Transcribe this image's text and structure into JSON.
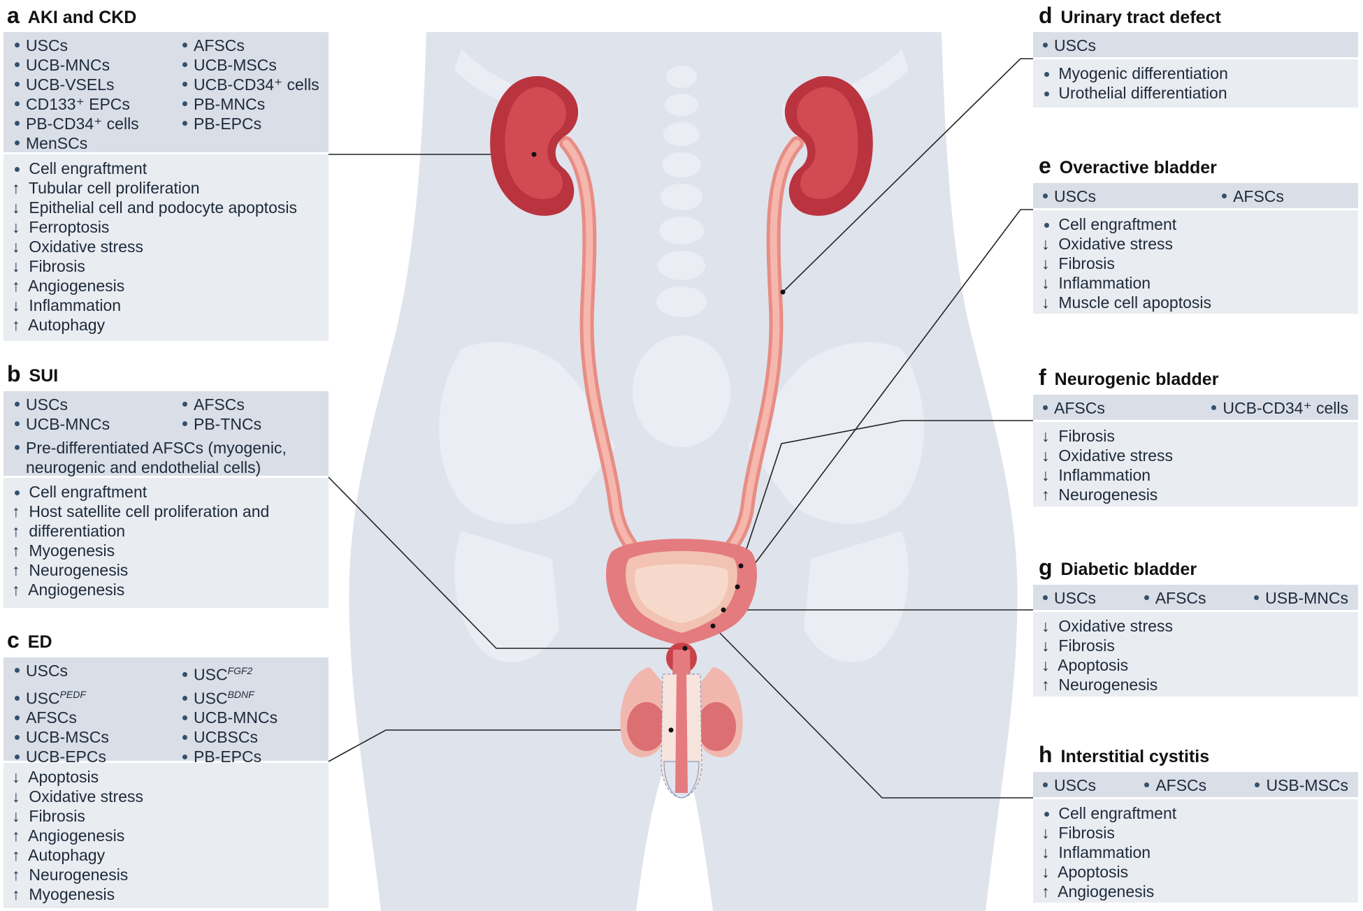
{
  "panels": {
    "a": {
      "letter": "a",
      "title": "AKI and CKD",
      "cells": [
        "USCs",
        "AFSCs",
        "UCB-MNCs",
        "UCB-MSCs",
        "UCB-VSELs",
        "UCB-CD34⁺ cells",
        "CD133⁺ EPCs",
        "PB-MNCs",
        "PB-CD34⁺ cells",
        "PB-EPCs",
        "MenSCs"
      ],
      "effects": [
        [
          "dot",
          "Cell engraftment"
        ],
        [
          "up",
          "Tubular cell proliferation"
        ],
        [
          "down",
          "Epithelial cell and podocyte apoptosis"
        ],
        [
          "down",
          "Ferroptosis"
        ],
        [
          "down",
          "Oxidative stress"
        ],
        [
          "down",
          "Fibrosis"
        ],
        [
          "up",
          "Angiogenesis"
        ],
        [
          "down",
          "Inflammation"
        ],
        [
          "up",
          "Autophagy"
        ]
      ]
    },
    "b": {
      "letter": "b",
      "title": "SUI",
      "cells": [
        "USCs",
        "AFSCs",
        "UCB-MNCs",
        "PB-TNCs"
      ],
      "cells_wide": [
        "Pre-differentiated AFSCs (myogenic,",
        "neurogenic and endothelial cells)"
      ],
      "effects": [
        [
          "dot",
          "Cell engraftment"
        ],
        [
          "up",
          "Host satellite cell proliferation and"
        ],
        [
          "up",
          "differentiation"
        ],
        [
          "up",
          "Myogenesis"
        ],
        [
          "up",
          "Neurogenesis"
        ],
        [
          "up",
          "Angiogenesis"
        ]
      ]
    },
    "c": {
      "letter": "c",
      "title": "ED",
      "cells": [
        "USCs",
        "USC|FGF2",
        "USC|PEDF",
        "USC|BDNF",
        "AFSCs",
        "UCB-MNCs",
        "UCB-MSCs",
        "UCBSCs",
        "UCB-EPCs",
        "PB-EPCs"
      ],
      "effects": [
        [
          "down",
          "Apoptosis"
        ],
        [
          "down",
          "Oxidative stress"
        ],
        [
          "down",
          "Fibrosis"
        ],
        [
          "up",
          "Angiogenesis"
        ],
        [
          "up",
          "Autophagy"
        ],
        [
          "up",
          "Neurogenesis"
        ],
        [
          "up",
          "Myogenesis"
        ]
      ]
    },
    "d": {
      "letter": "d",
      "title": "Urinary tract defect",
      "cells": [
        "USCs"
      ],
      "effects": [
        [
          "dot",
          "Myogenic differentiation"
        ],
        [
          "dot",
          "Urothelial differentiation"
        ]
      ]
    },
    "e": {
      "letter": "e",
      "title": "Overactive bladder",
      "cells": [
        "USCs",
        "AFSCs"
      ],
      "effects": [
        [
          "dot",
          "Cell engraftment"
        ],
        [
          "down",
          "Oxidative stress"
        ],
        [
          "down",
          "Fibrosis"
        ],
        [
          "down",
          "Inflammation"
        ],
        [
          "down",
          "Muscle cell apoptosis"
        ]
      ]
    },
    "f": {
      "letter": "f",
      "title": "Neurogenic bladder",
      "cells": [
        "AFSCs",
        "UCB-CD34⁺ cells"
      ],
      "effects": [
        [
          "down",
          "Fibrosis"
        ],
        [
          "down",
          "Oxidative stress"
        ],
        [
          "down",
          "Inflammation"
        ],
        [
          "up",
          "Neurogenesis"
        ]
      ]
    },
    "g": {
      "letter": "g",
      "title": "Diabetic bladder",
      "cells": [
        "USCs",
        "AFSCs",
        "USB-MNCs"
      ],
      "effects": [
        [
          "down",
          "Oxidative stress"
        ],
        [
          "down",
          "Fibrosis"
        ],
        [
          "down",
          "Apoptosis"
        ],
        [
          "up",
          "Neurogenesis"
        ]
      ]
    },
    "h": {
      "letter": "h",
      "title": "Interstitial cystitis",
      "cells": [
        "USCs",
        "AFSCs",
        "USB-MSCs"
      ],
      "effects": [
        [
          "dot",
          "Cell engraftment"
        ],
        [
          "down",
          "Fibrosis"
        ],
        [
          "down",
          "Inflammation"
        ],
        [
          "down",
          "Apoptosis"
        ],
        [
          "up",
          "Angiogenesis"
        ]
      ]
    }
  },
  "symbols": {
    "up": "↑",
    "down": "↓"
  },
  "colors": {
    "body": "#dfe3ec",
    "bone": "#eef0f5",
    "kidney": "#b9343f",
    "ureter": "#f2a59c",
    "bladder": "#e47b7e",
    "cells_bg": "#d9dee7",
    "effects_bg": "#e9ecf1"
  }
}
